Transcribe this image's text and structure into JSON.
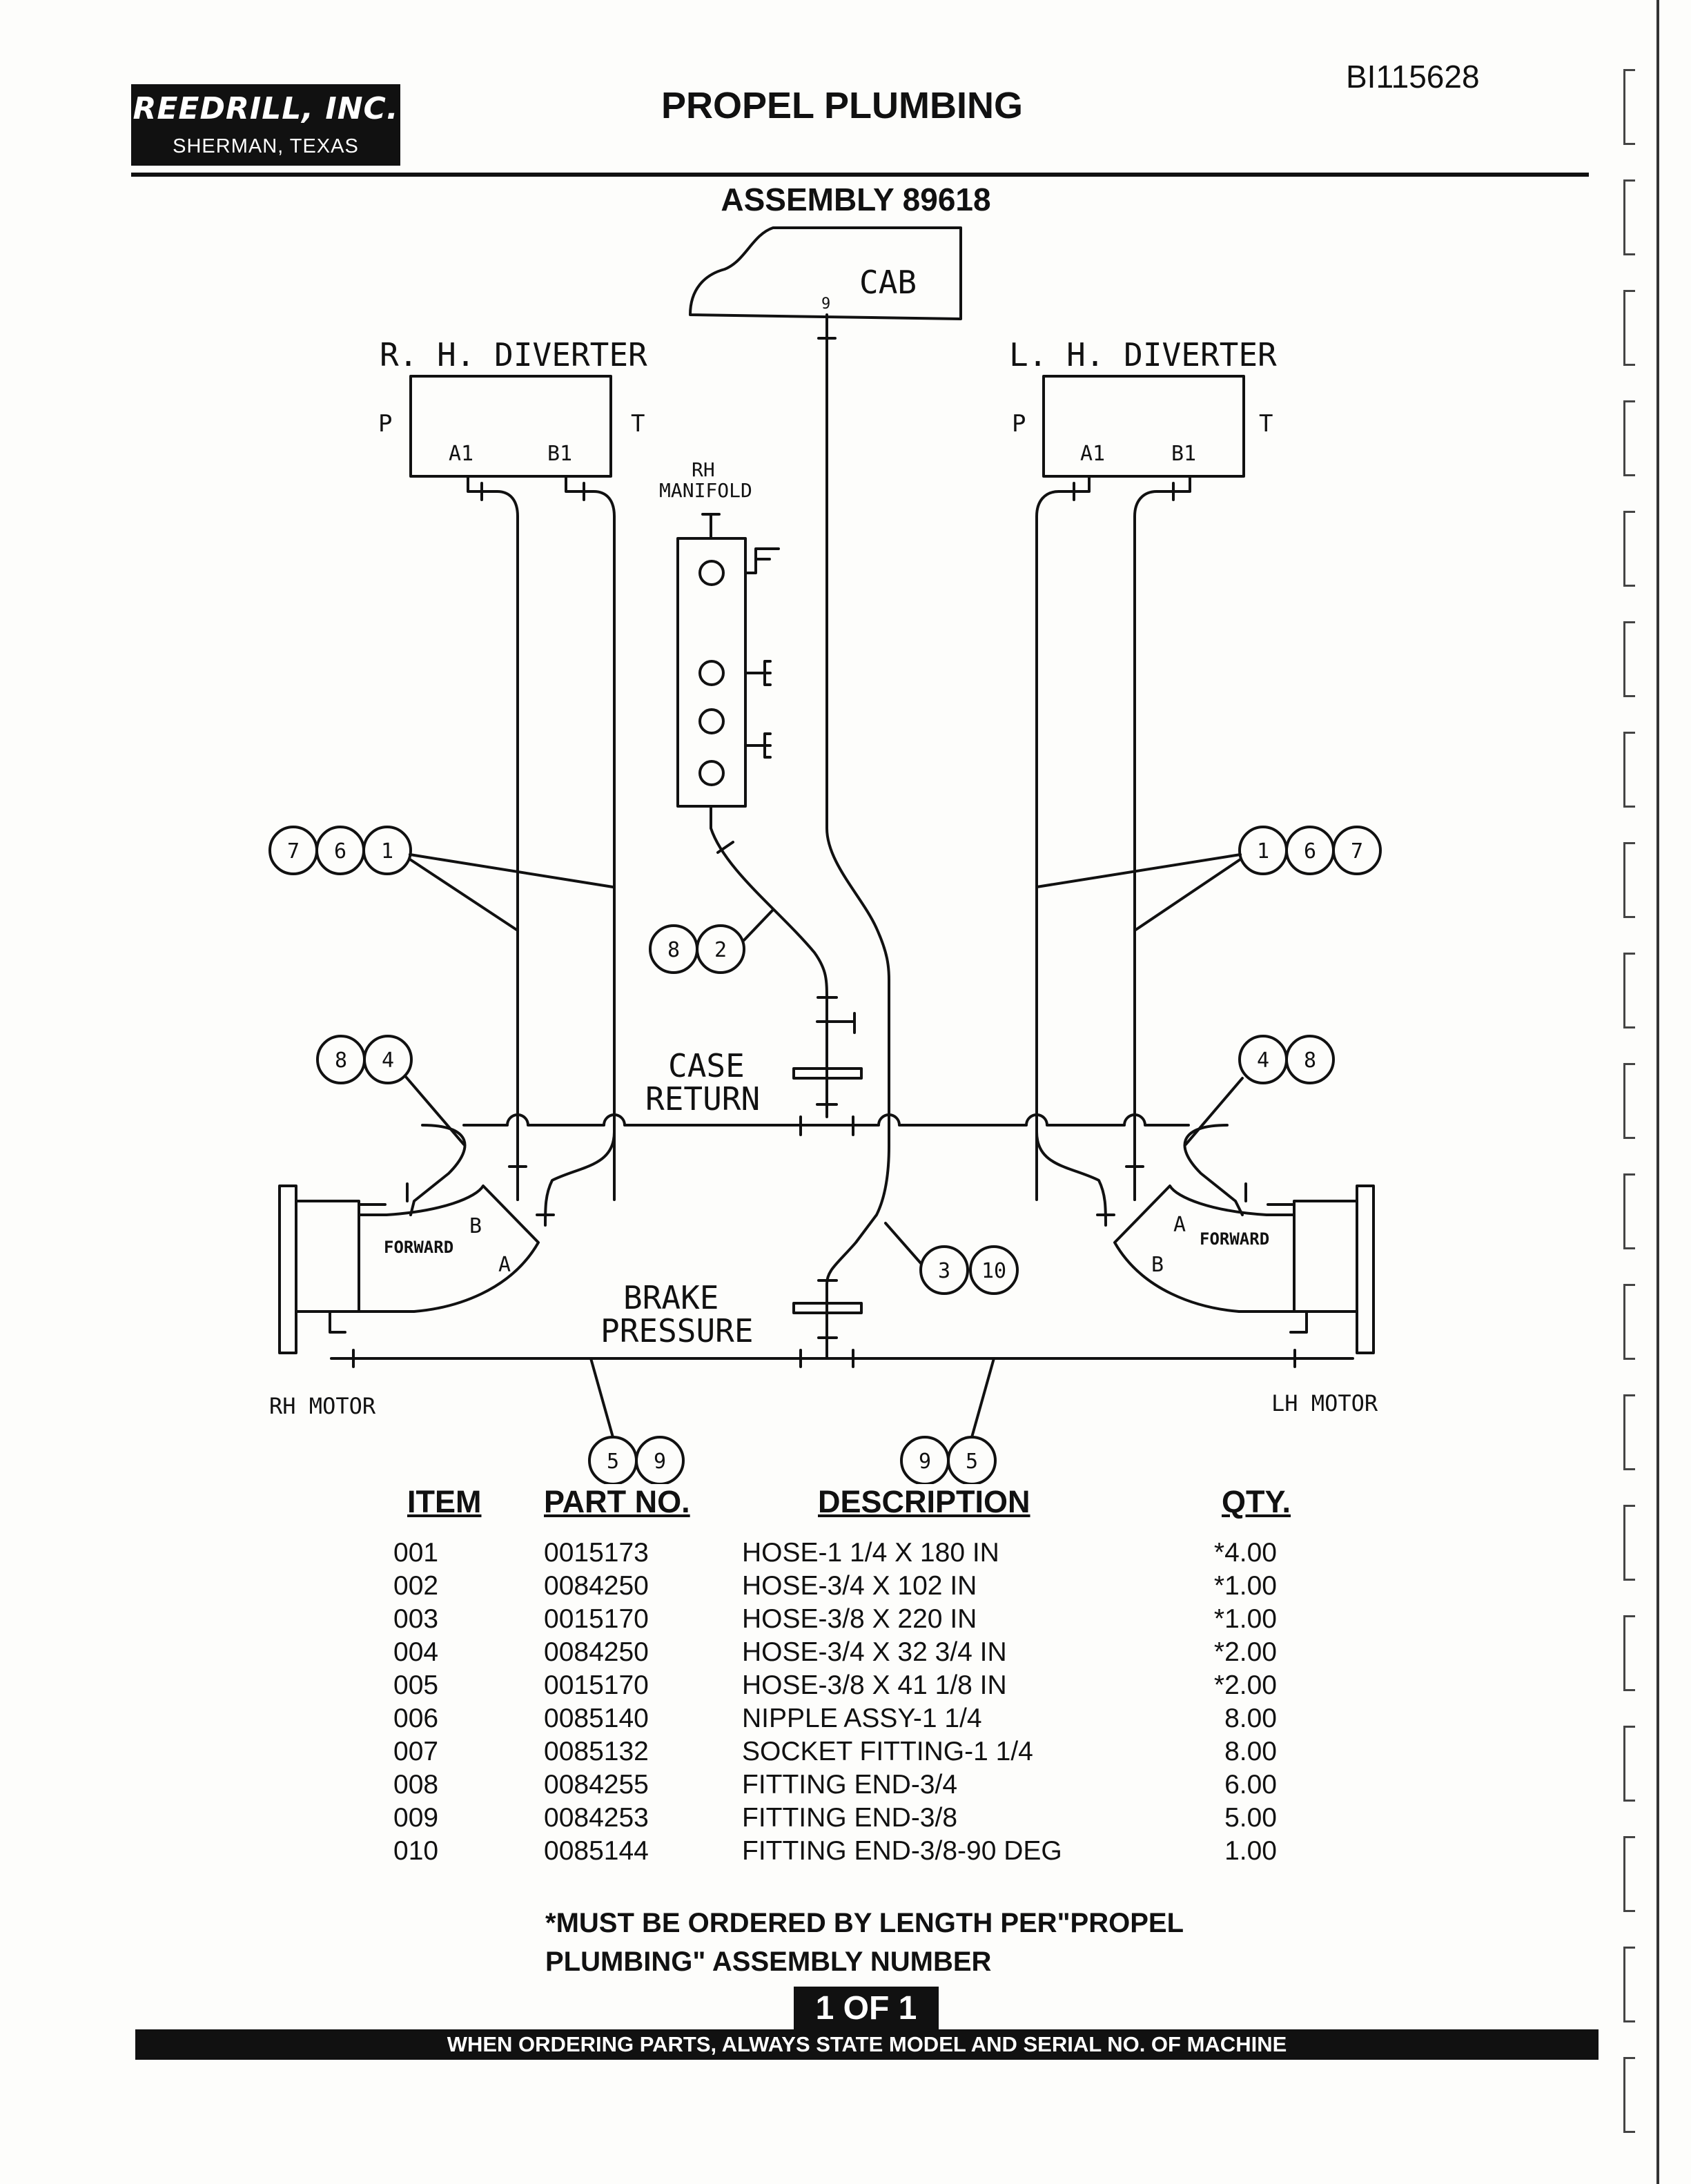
{
  "header": {
    "company": "REEDRILL, INC.",
    "city": "SHERMAN, TEXAS",
    "title": "PROPEL PLUMBING",
    "doc_id": "BI115628",
    "assembly": "ASSEMBLY 89618"
  },
  "diagram": {
    "cab": "CAB",
    "cab_port": "9",
    "rh_diverter": "R. H. DIVERTER",
    "lh_diverter": "L. H. DIVERTER",
    "port_p": "P",
    "port_t": "T",
    "port_a1": "A1",
    "port_b1": "B1",
    "manifold_line1": "RH",
    "manifold_line2": "MANIFOLD",
    "case_return_1": "CASE",
    "case_return_2": "RETURN",
    "brake_1": "BRAKE",
    "brake_2": "PRESSURE",
    "forward": "FORWARD",
    "motor_a": "A",
    "motor_b": "B",
    "rh_motor": "RH MOTOR",
    "lh_motor": "LH MOTOR",
    "balloons": {
      "b7": "7",
      "b6": "6",
      "b1": "1",
      "b8": "8",
      "b2": "2",
      "b4": "4",
      "b3": "3",
      "b10": "10",
      "b5": "5",
      "b9": "9"
    }
  },
  "table": {
    "headers": {
      "item": "ITEM",
      "part": "PART NO.",
      "desc": "DESCRIPTION",
      "qty": "QTY."
    },
    "rows": [
      {
        "item": "001",
        "part": "0015173",
        "desc": "HOSE-1 1/4 X 180 IN",
        "qty": "*4.00"
      },
      {
        "item": "002",
        "part": "0084250",
        "desc": "HOSE-3/4 X 102 IN",
        "qty": "*1.00"
      },
      {
        "item": "003",
        "part": "0015170",
        "desc": "HOSE-3/8 X 220 IN",
        "qty": "*1.00"
      },
      {
        "item": "004",
        "part": "0084250",
        "desc": "HOSE-3/4 X 32 3/4 IN",
        "qty": "*2.00"
      },
      {
        "item": "005",
        "part": "0015170",
        "desc": "HOSE-3/8 X 41 1/8 IN",
        "qty": "*2.00"
      },
      {
        "item": "006",
        "part": "0085140",
        "desc": "NIPPLE ASSY-1 1/4",
        "qty": "8.00"
      },
      {
        "item": "007",
        "part": "0085132",
        "desc": "SOCKET FITTING-1 1/4",
        "qty": "8.00"
      },
      {
        "item": "008",
        "part": "0084255",
        "desc": "FITTING END-3/4",
        "qty": "6.00"
      },
      {
        "item": "009",
        "part": "0084253",
        "desc": "FITTING END-3/8",
        "qty": "5.00"
      },
      {
        "item": "010",
        "part": "0085144",
        "desc": "FITTING END-3/8-90 DEG",
        "qty": "1.00"
      }
    ]
  },
  "note": {
    "line1": "*MUST BE ORDERED BY LENGTH PER\"PROPEL",
    "line2": "PLUMBING\" ASSEMBLY NUMBER"
  },
  "page": "1 OF 1",
  "footer": "WHEN ORDERING PARTS, ALWAYS STATE MODEL AND SERIAL NO. OF MACHINE"
}
